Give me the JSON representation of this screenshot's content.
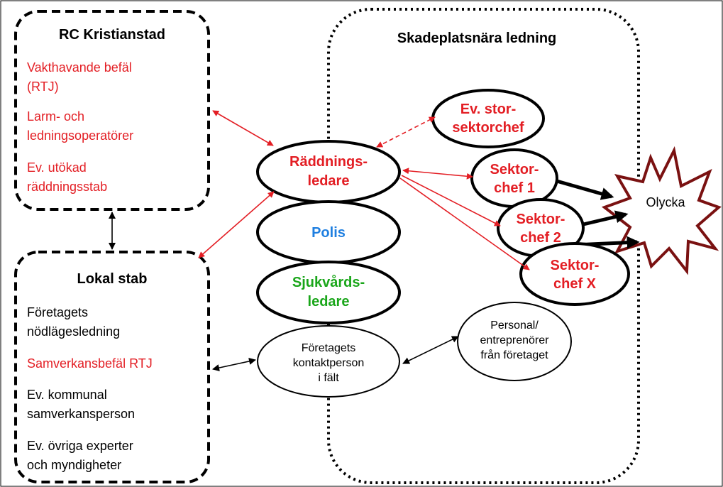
{
  "colors": {
    "red": "#e31e24",
    "blue": "#1f7fe0",
    "green": "#1aa61a",
    "black": "#000000",
    "dark_red_star": "#7a1111"
  },
  "rc_box": {
    "title": "RC Kristianstad",
    "item1": [
      "Vakthavande befäl",
      "(RTJ)"
    ],
    "item2": [
      "Larm- och",
      "ledningsoperatörer"
    ],
    "item3": [
      "Ev. utökad",
      "räddningsstab"
    ]
  },
  "lokal_box": {
    "title": "Lokal stab",
    "item1": [
      "Företagets",
      "nödlägesledning"
    ],
    "item2": "Samverkansbefäl RTJ",
    "item3": [
      "Ev. kommunal",
      "samverkansperson"
    ],
    "item4": [
      "Ev. övriga experter",
      "och myndigheter"
    ]
  },
  "scene_box": {
    "title": "Skadeplatsnära ledning"
  },
  "nodes": {
    "raddningsledare": [
      "Räddnings-",
      "ledare"
    ],
    "polis": "Polis",
    "sjukvardsledare": [
      "Sjukvårds-",
      "ledare"
    ],
    "kontaktperson": [
      "Företagets",
      "kontaktperson",
      "i fält"
    ],
    "storsektorchef": [
      "Ev. stor-",
      "sektorchef"
    ],
    "sektorchef1": [
      "Sektor-",
      "chef 1"
    ],
    "sektorchef2": [
      "Sektor-",
      "chef 2"
    ],
    "sektorchefX": [
      "Sektor-",
      "chef X"
    ],
    "personal": [
      "Personal/",
      "entreprenörer",
      "från företaget"
    ],
    "olycka": "Olycka"
  }
}
